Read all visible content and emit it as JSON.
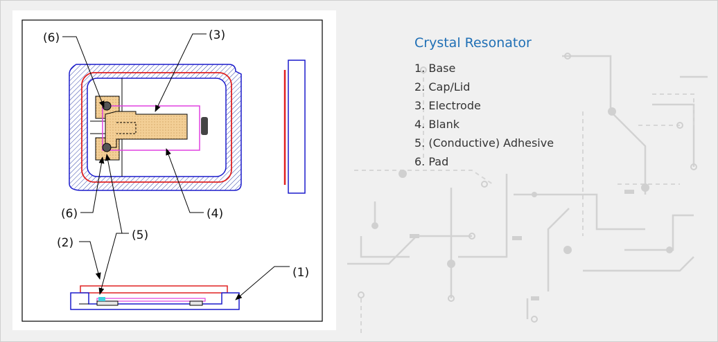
{
  "info": {
    "title": "Crystal Resonator",
    "parts": [
      "1. Base",
      "2. Cap/Lid",
      "3. Electrode",
      "4. Blank",
      "5. (Conductive) Adhesive",
      "6. Pad"
    ]
  },
  "diagram": {
    "labels": {
      "pad_top": "(6)",
      "electrode": "(3)",
      "pad_bottom": "(6)",
      "blank": "(4)",
      "adhesive": "(5)",
      "cap": "(2)",
      "base": "(1)"
    }
  },
  "colors": {
    "accent_title": "#1f6fb5",
    "base_outline": "#1a1acc",
    "cap_red": "#e02020",
    "blank_magenta": "#e040e0",
    "electrode_fill": "#f0c890"
  }
}
